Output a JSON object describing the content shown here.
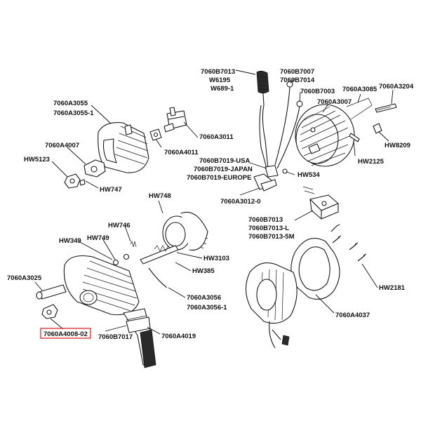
{
  "labels": {
    "l1": "7060B7013",
    "l2": "W6195",
    "l3": "W689-1",
    "l4": "7060B7007",
    "l5": "7060B7014",
    "l6": "7060B7003",
    "l7": "7060A3085",
    "l8": "7060A3204",
    "l9": "7060A3007",
    "l10": "7060A3055",
    "l11": "7060A3055-1",
    "l12": "7060A3011",
    "l13": "7060A4011",
    "l14": "7060A4007",
    "l15": "HW5123",
    "l16": "HW747",
    "l17": "HW8209",
    "l18": "HW2125",
    "l19": "7060B7019-USA",
    "l20": "7060B7019-JAPAN",
    "l21": "7060B7019-EUROPE",
    "l22": "HW534",
    "l23": "7060A3012-0",
    "l24": "HW748",
    "l25": "HW746",
    "l26": "HW749",
    "l27": "HW349",
    "l28": "7060B7013",
    "l29": "7060B7013-L",
    "l30": "7060B7013-5M",
    "l31": "HW3103",
    "l32": "HW385",
    "l33": "7060A3025",
    "l34": "7060A3056",
    "l35": "7060A3056-1",
    "l36": "HW2181",
    "l37": "7060A4037",
    "l38": "7060A4008-02",
    "l39": "7060B7017",
    "l40": "7060A4019"
  },
  "highlight_color": "#e0262a"
}
